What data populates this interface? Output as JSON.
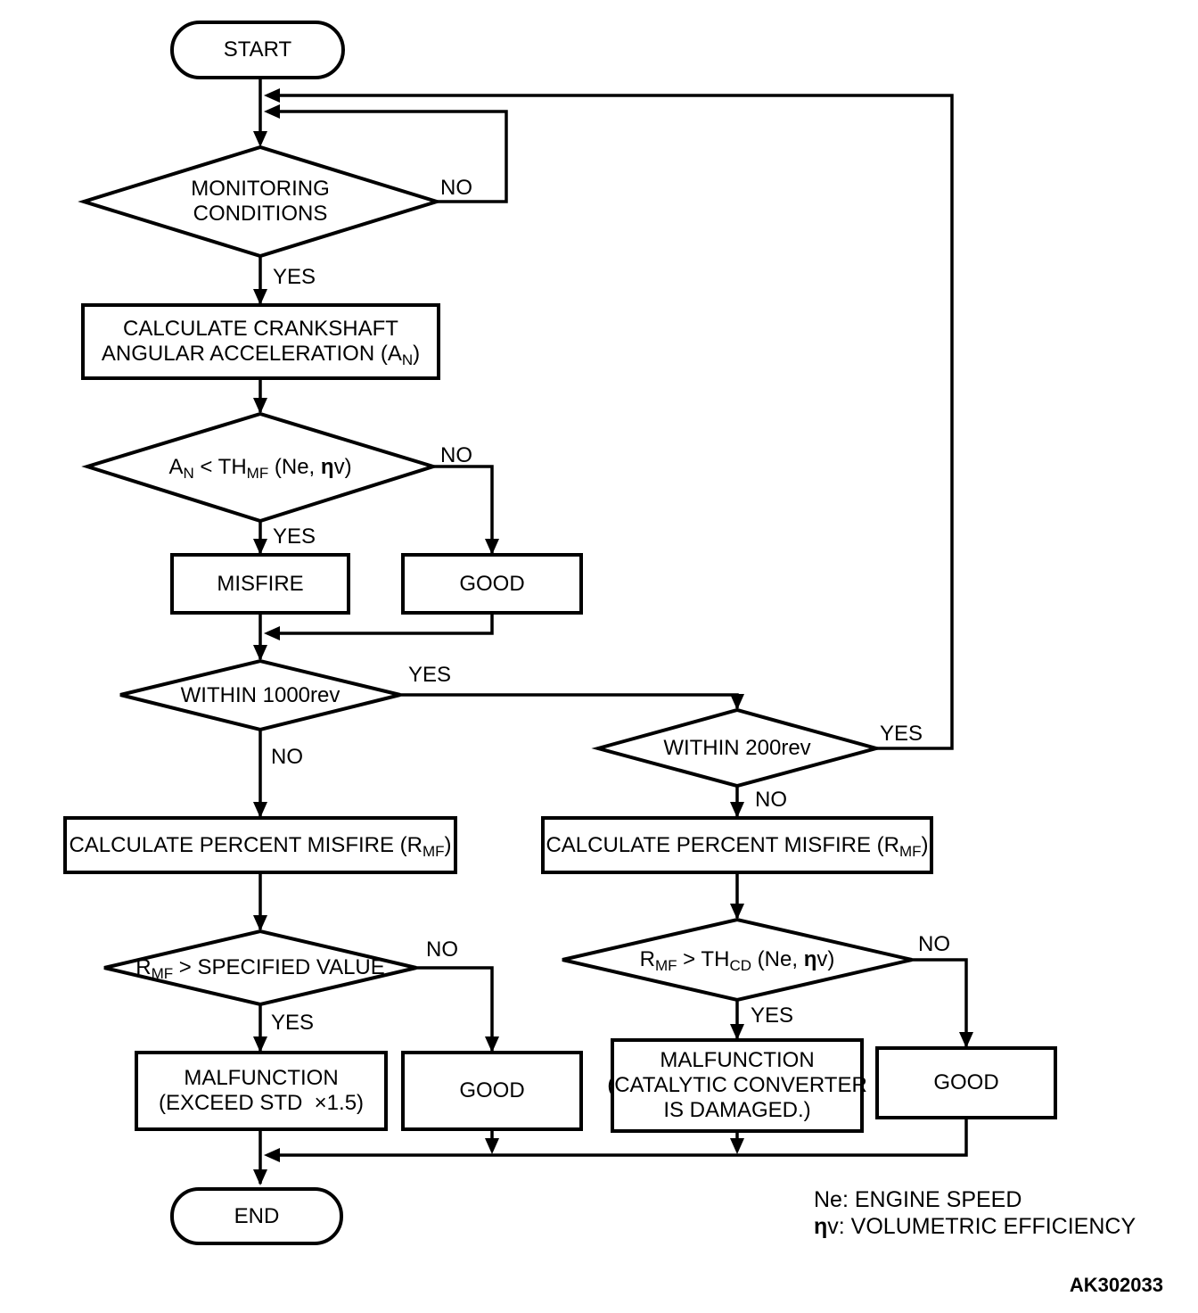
{
  "colors": {
    "ink": "#000000",
    "background": "#ffffff"
  },
  "nodes": {
    "start": {
      "label": "START"
    },
    "monitoring": {
      "line1": "MONITORING",
      "line2": "CONDITIONS"
    },
    "calc_accel": {
      "line1": "CALCULATE CRANKSHAFT",
      "line2": [
        {
          "t": "ANGULAR ACCELERATION (A"
        },
        {
          "sub": "N"
        },
        {
          "t": ")"
        }
      ]
    },
    "accel_threshold": {
      "label": [
        {
          "t": "A"
        },
        {
          "sub": "N"
        },
        {
          "t": " < TH"
        },
        {
          "sub": "MF"
        },
        {
          "t": " (Ne, "
        },
        {
          "b": "η"
        },
        {
          "t": "v)"
        }
      ]
    },
    "misfire": {
      "label": "MISFIRE"
    },
    "good_accel": {
      "label": "GOOD"
    },
    "within_1000rev": {
      "label": "WITHIN 1000rev"
    },
    "within_200rev": {
      "label": "WITHIN 200rev"
    },
    "calc_percent_left": {
      "label": [
        {
          "t": "CALCULATE PERCENT MISFIRE (R"
        },
        {
          "sub": "MF"
        },
        {
          "t": ")"
        }
      ]
    },
    "calc_percent_right": {
      "label": [
        {
          "t": "CALCULATE PERCENT MISFIRE (R"
        },
        {
          "sub": "MF"
        },
        {
          "t": ")"
        }
      ]
    },
    "rmf_specified": {
      "label": [
        {
          "t": "R"
        },
        {
          "sub": "MF"
        },
        {
          "t": " > SPECIFIED VALUE"
        }
      ]
    },
    "rmf_thcd": {
      "label": [
        {
          "t": "R"
        },
        {
          "sub": "MF"
        },
        {
          "t": " > TH"
        },
        {
          "sub": "CD"
        },
        {
          "t": " (Ne, "
        },
        {
          "b": "η"
        },
        {
          "t": "v)"
        }
      ]
    },
    "malfunction_std": {
      "line1": "MALFUNCTION",
      "line2": "(EXCEED STD  ×1.5)"
    },
    "good_percent_left": {
      "label": "GOOD"
    },
    "malfunction_cat": {
      "line1": "MALFUNCTION",
      "line2": "(CATALYTIC CONVERTER",
      "line3": "IS DAMAGED.)"
    },
    "good_percent_right": {
      "label": "GOOD"
    },
    "end": {
      "label": "END"
    }
  },
  "edge_labels": {
    "monitoring_no": "NO",
    "monitoring_yes": "YES",
    "accel_no": "NO",
    "accel_yes": "YES",
    "within_1000rev_yes": "YES",
    "within_1000rev_no": "NO",
    "within_200rev_yes": "YES",
    "within_200rev_no": "NO",
    "rmf_specified_no": "NO",
    "rmf_specified_yes": "YES",
    "rmf_thcd_no": "NO",
    "rmf_thcd_yes": "YES"
  },
  "legend": {
    "line1": "Ne: ENGINE SPEED",
    "line2": [
      {
        "b": "η"
      },
      {
        "t": "v: VOLUMETRIC EFFICIENCY"
      }
    ]
  },
  "figure_code": "AK302033"
}
